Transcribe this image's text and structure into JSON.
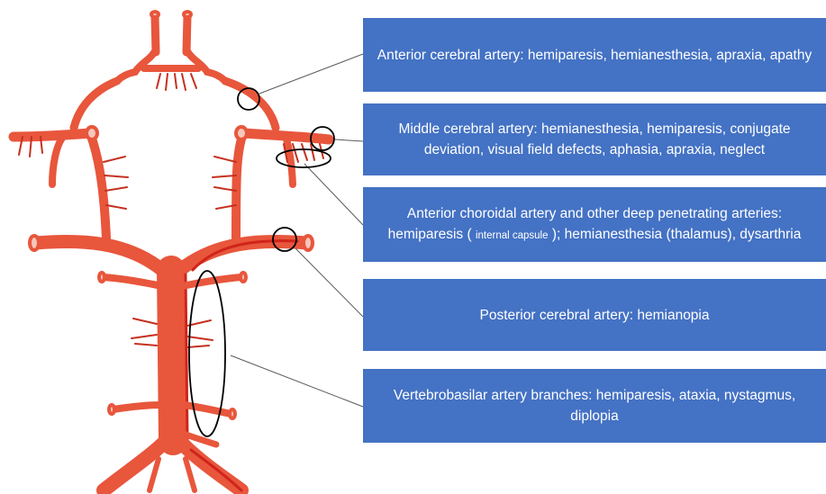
{
  "boxes": [
    {
      "text": "Anterior cerebral artery: hemiparesis, hemianesthesia, apraxia, apathy"
    },
    {
      "text": "Middle cerebral artery: hemianesthesia, hemiparesis, conjugate deviation, visual field defects, aphasia, apraxia, neglect"
    },
    {
      "text_before": "Anterior choroidal artery and other deep penetrating arteries: hemiparesis (",
      "text_small": "internal capsule",
      "text_after": "); hemianesthesia (thalamus), dysarthria"
    },
    {
      "text": "Posterior cerebral artery: hemianopia"
    },
    {
      "text": "Vertebrobasilar artery branches: hemiparesis, ataxia, nystagmus, diplopia"
    }
  ],
  "colors": {
    "artery": "#e8563c",
    "artery_dark": "#c63020",
    "artery_highlight": "#d0241a",
    "vessel_lumen": "#f6c7bc",
    "box_fill": "#4472c4",
    "box_text": "#ffffff",
    "callout": "#000000",
    "leader_line": "#5a5a5a"
  }
}
